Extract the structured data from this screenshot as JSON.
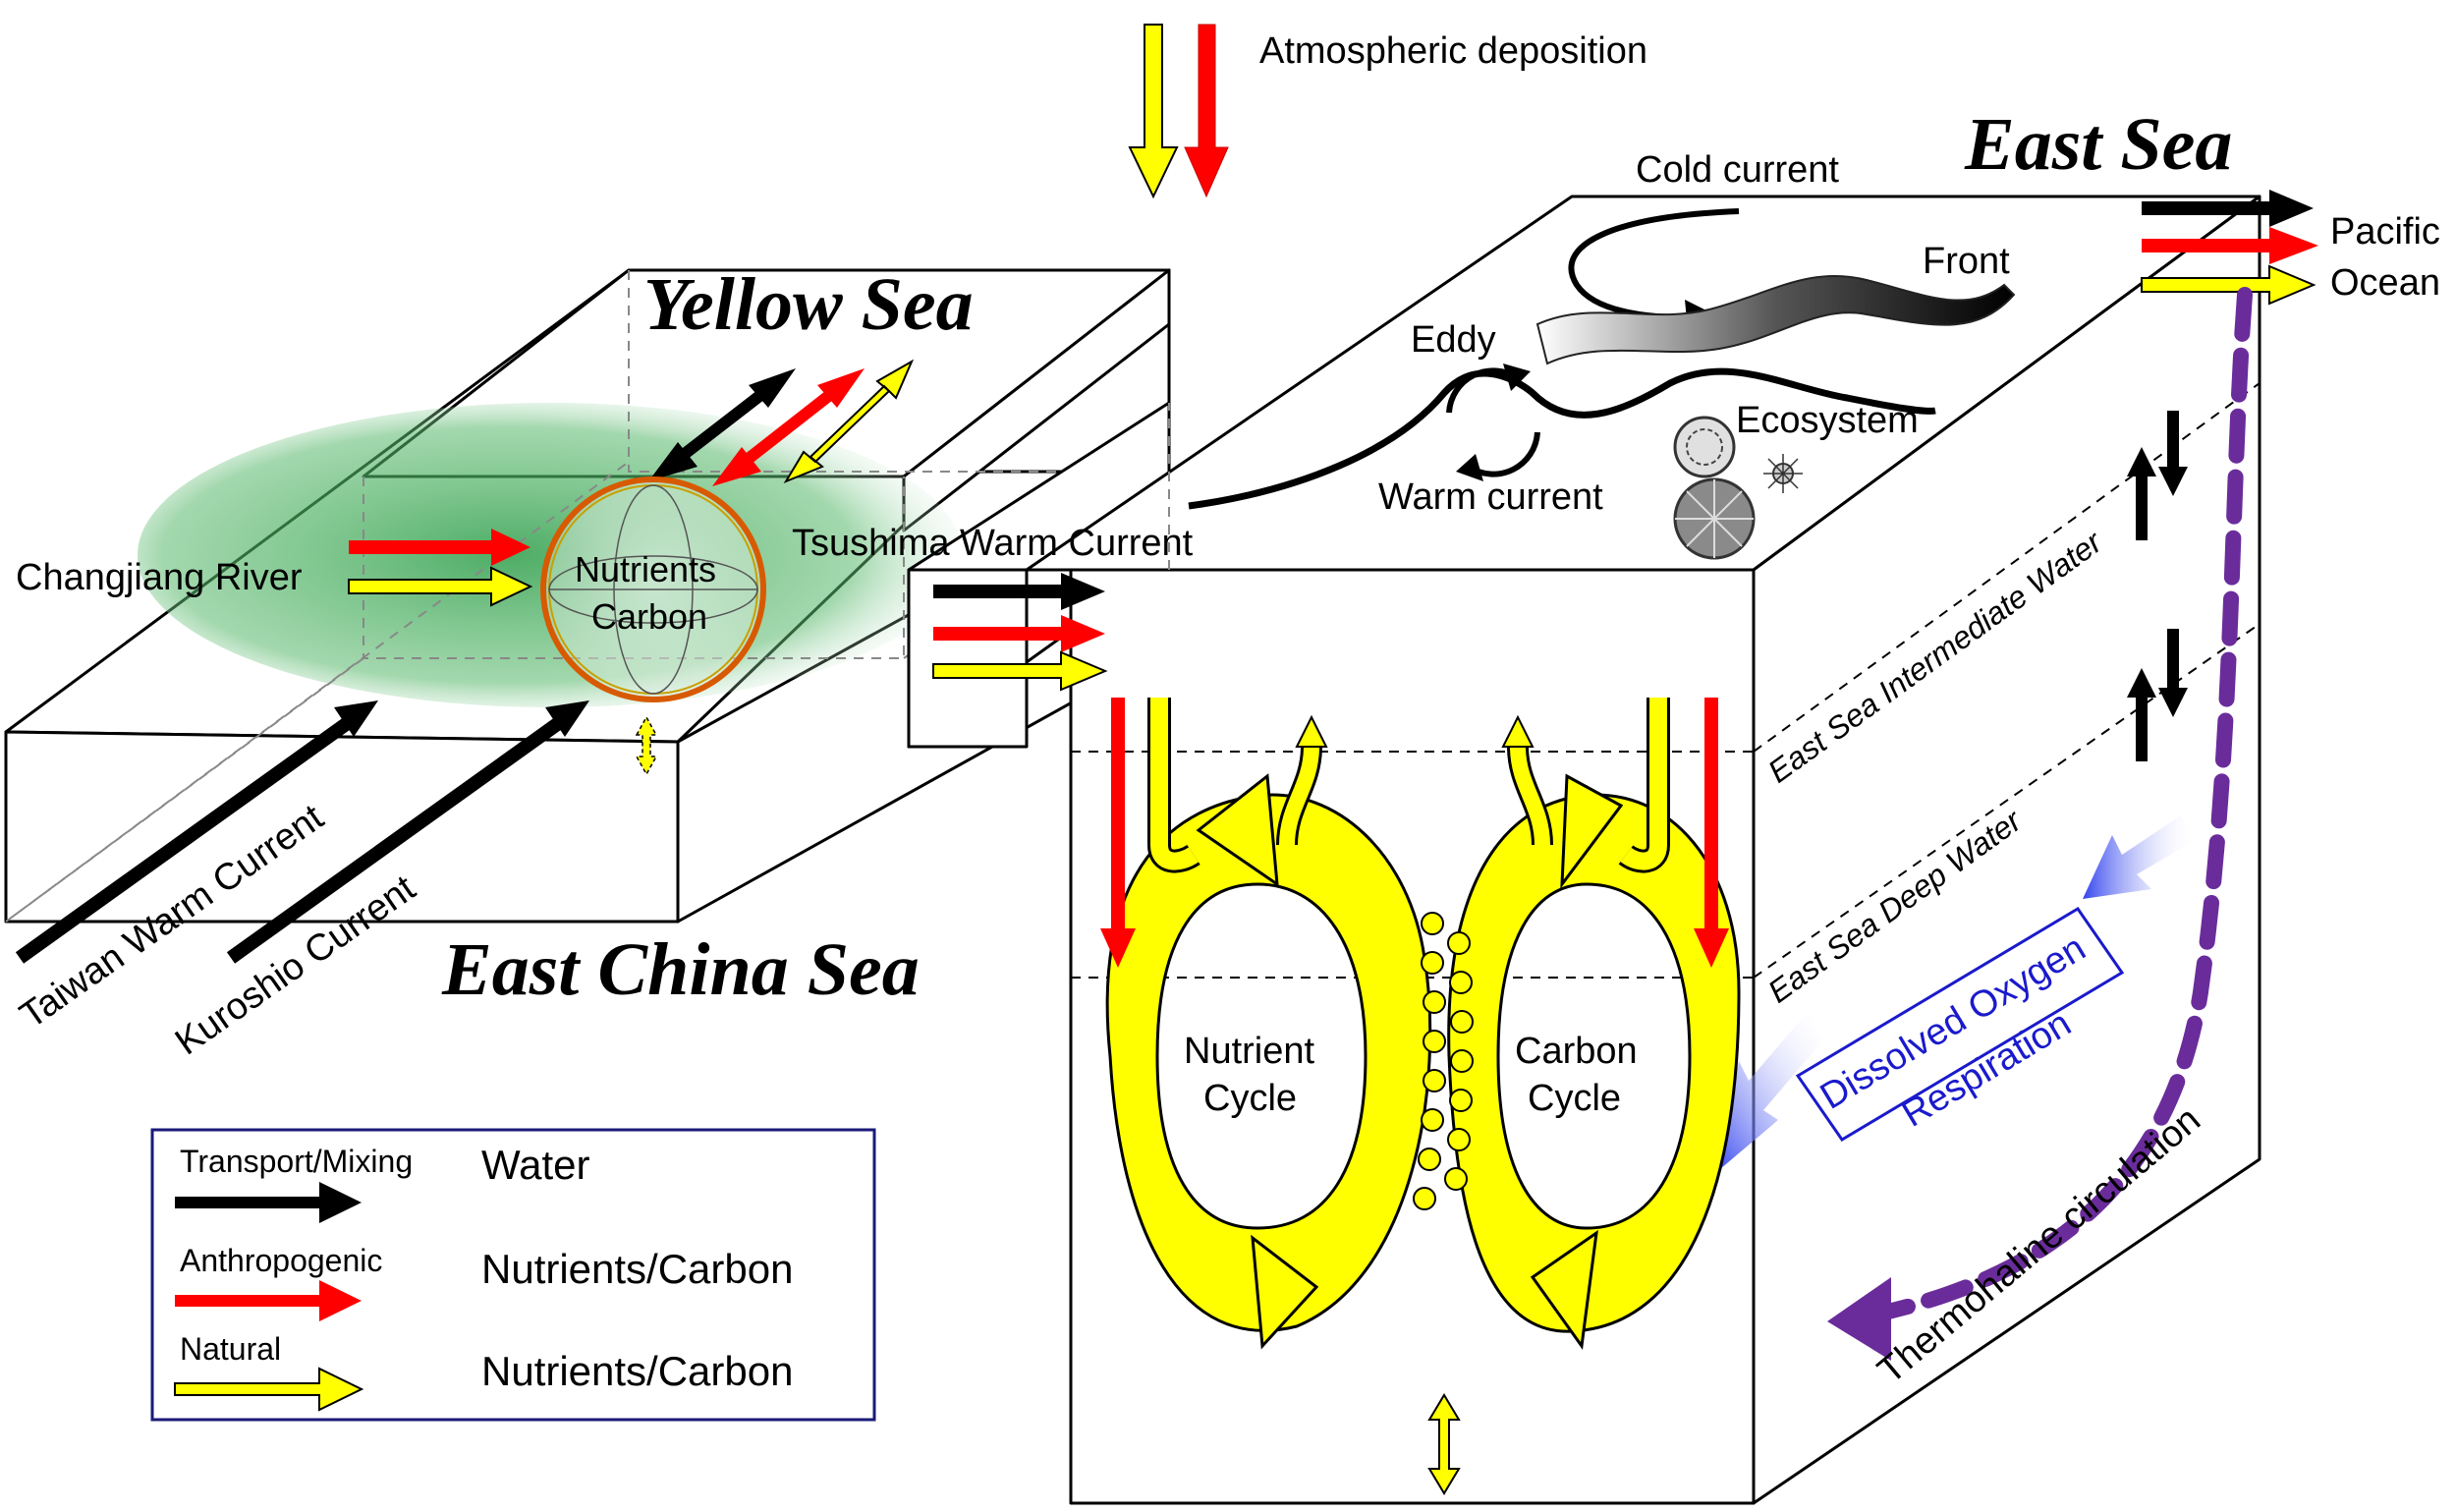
{
  "seas": {
    "yellow": "Yellow Sea",
    "east_china": "East China Sea",
    "east": "East Sea"
  },
  "labels": {
    "atmospheric": "Atmospheric deposition",
    "changjiang": "Changjiang River",
    "nutrients": "Nutrients",
    "carbon": "Carbon",
    "tsushima": "Tsushima Warm Current",
    "taiwan": "Taiwan Warm Current",
    "kuroshio": "Kuroshio Current",
    "cold_current": "Cold current",
    "front": "Front",
    "eddy": "Eddy",
    "warm_current": "Warm current",
    "ecosystem": "Ecosystem",
    "pacific": "Pacific",
    "ocean": "Ocean",
    "intermediate": "East Sea Intermediate Water",
    "deep": "East Sea Deep Water",
    "dissolved_oxygen": "Dissolved Oxygen",
    "respiration": "Respiration",
    "thermohaline": "Thermohaline circulation",
    "nutrient": "Nutrient",
    "cycle": "Cycle",
    "carbon_cycle": "Carbon"
  },
  "legend": {
    "transport": "Transport/Mixing",
    "water": "Water",
    "anthropogenic": "Anthropogenic",
    "nutrients_carbon_1": "Nutrients/Carbon",
    "natural": "Natural",
    "nutrients_carbon_2": "Nutrients/Carbon"
  },
  "colors": {
    "transport": "#000000",
    "anthropogenic": "#ff0000",
    "natural": "#ffff00",
    "thermohaline": "#6a2c9a",
    "dissolved_oxygen_text": "#1a1acc",
    "plume": "#2e9e4a"
  }
}
